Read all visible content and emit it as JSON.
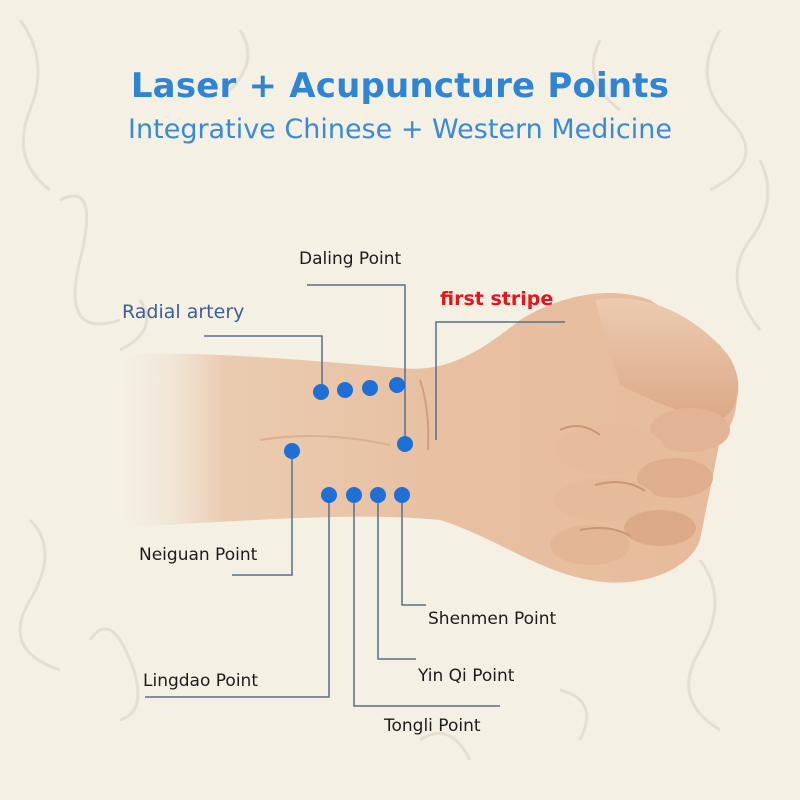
{
  "header": {
    "title": "Laser + Acupuncture Points",
    "subtitle": "Integrative Chinese + Western Medicine"
  },
  "labels": {
    "daling": "Daling Point",
    "radial_artery": "Radial artery",
    "first_stripe": "first stripe",
    "neiguan": "Neiguan Point",
    "shenmen": "Shenmen Point",
    "yin_qi": "Yin Qi Point",
    "lingdao": "Lingdao Point",
    "tongli": "Tongli Point"
  },
  "colors": {
    "title": "#2f84d4",
    "point": "#1e6fd6",
    "leader_line": "#5a6e8c",
    "highlight": "#e4161b",
    "skin": "#e9c4a6"
  }
}
